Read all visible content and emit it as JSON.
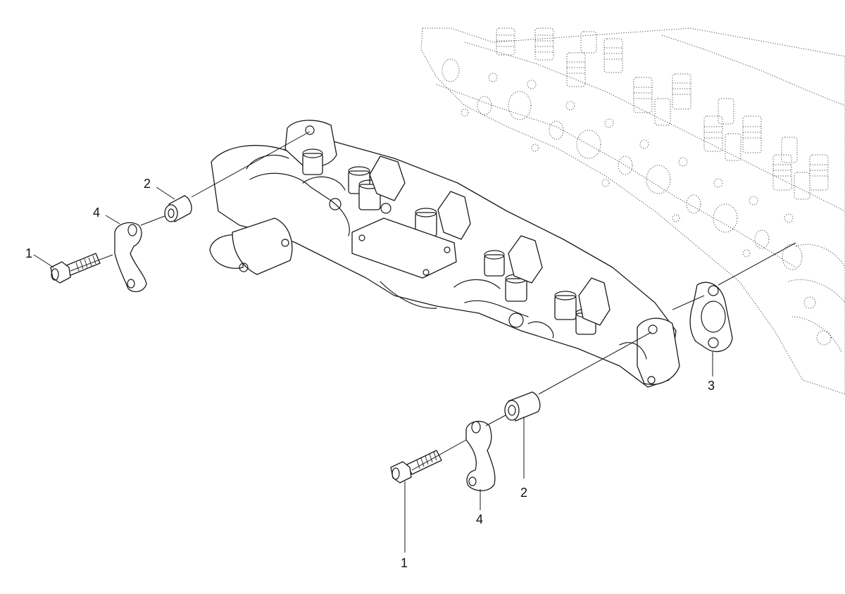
{
  "callouts": {
    "bolt_upper": "1",
    "spacer_upper": "2",
    "clamp_upper": "4",
    "gasket": "3",
    "spacer_lower": "2",
    "clamp_lower": "4",
    "bolt_lower": "1"
  }
}
